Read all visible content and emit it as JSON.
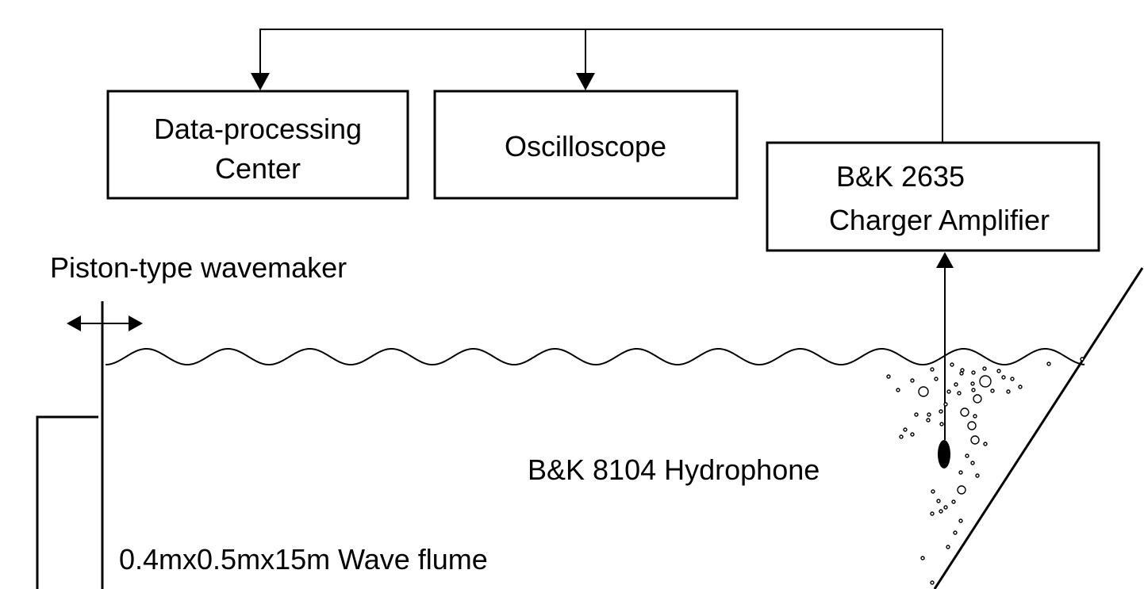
{
  "boxes": {
    "data_processing": {
      "line1": "Data-processing",
      "line2": "Center"
    },
    "oscilloscope": {
      "label": "Oscilloscope"
    },
    "charger_amplifier": {
      "line1": "B&K 2635",
      "line2": "Charger Amplifier"
    }
  },
  "labels": {
    "wavemaker": "Piston-type wavemaker",
    "hydrophone": "B&K 8104 Hydrophone",
    "flume": "0.4mx0.5mx15m Wave flume"
  },
  "colors": {
    "stroke": "#000000",
    "background": "#ffffff"
  }
}
